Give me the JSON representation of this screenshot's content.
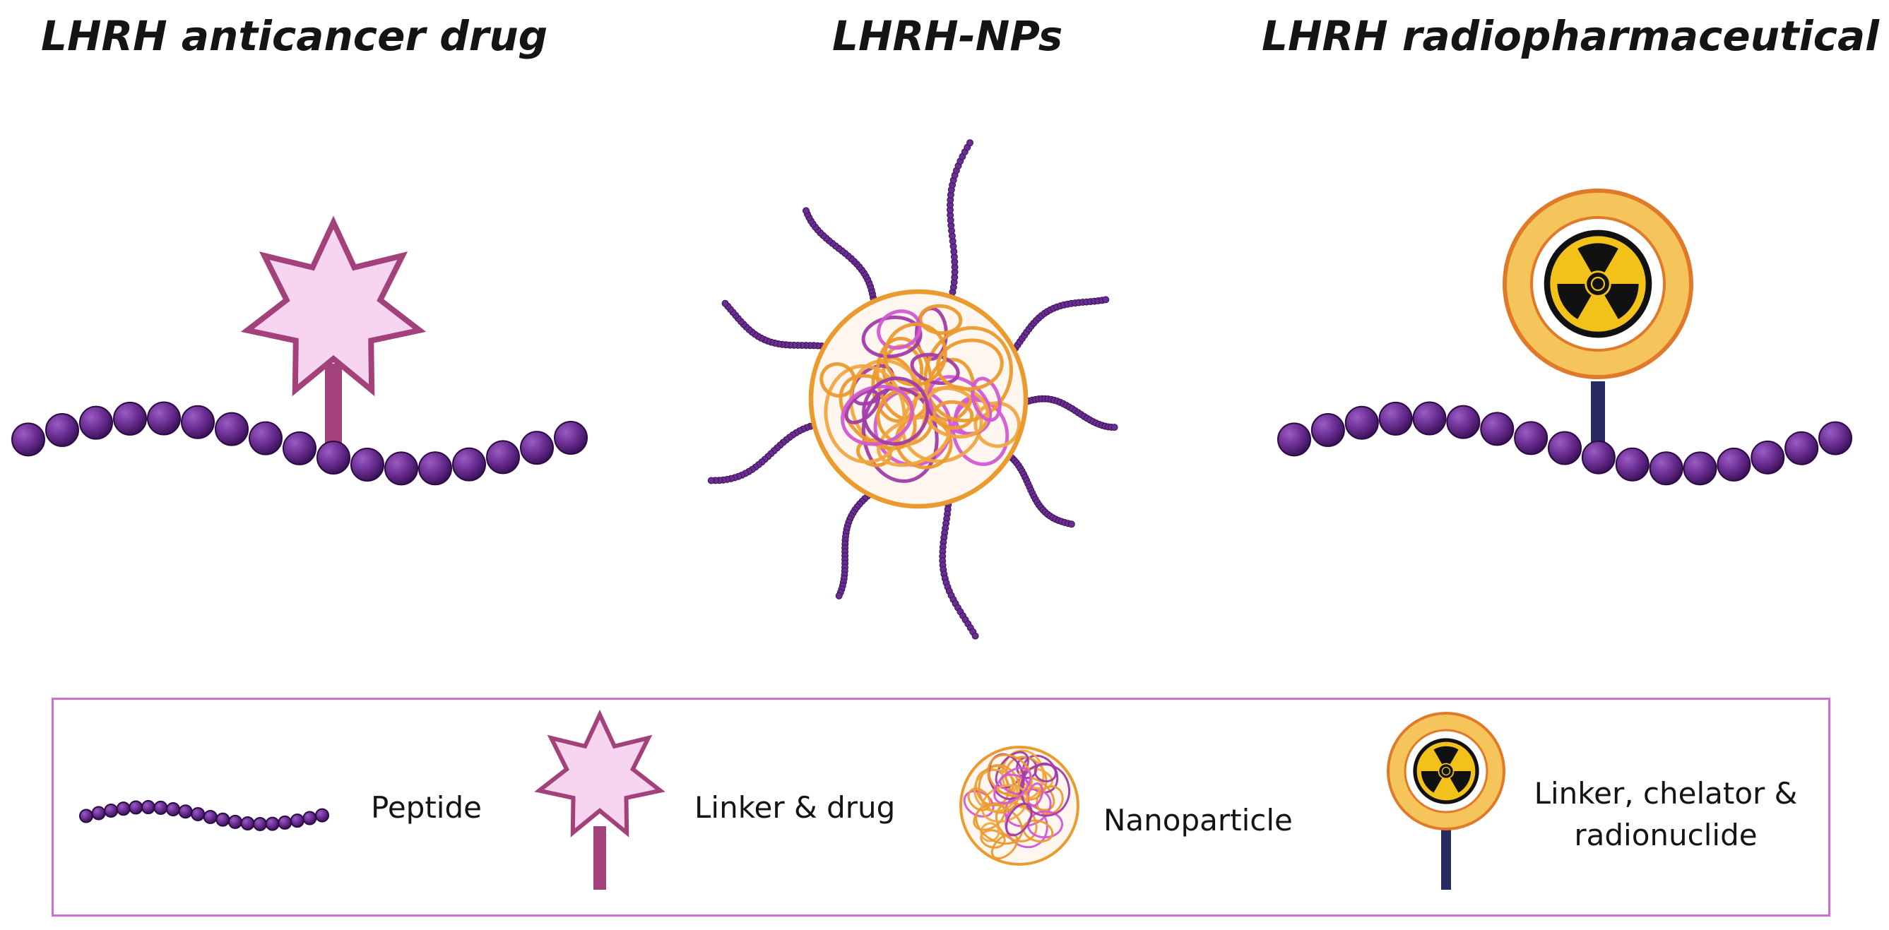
{
  "titles": {
    "anticancer": "LHRH anticancer drug",
    "nanoparticle": "LHRH-NPs",
    "radiopharmaceutical": "LHRH radiopharmaceutical"
  },
  "legend": {
    "peptide": "Peptide",
    "linker_drug": "Linker & drug",
    "nanoparticle": "Nanoparticle",
    "linker_chelator_line1": "Linker, chelator &",
    "linker_chelator_line2": "radionuclide"
  },
  "colors": {
    "bead": "#6a2e92",
    "bead_dark": "#3b1259",
    "star_fill": "#f7d4ef",
    "star_stroke": "#a3427a",
    "drug_stem": "#a3427a",
    "radio_stem": "#262a5e",
    "ring_outer": "#f5c55b",
    "ring_edge": "#e07a2a",
    "hazard_yellow": "#f2c21b",
    "np_orange": "#eb9a2d",
    "np_pink": "#d35ad2",
    "np_purple": "#a13ca8",
    "legend_border": "#cf6fd4"
  }
}
